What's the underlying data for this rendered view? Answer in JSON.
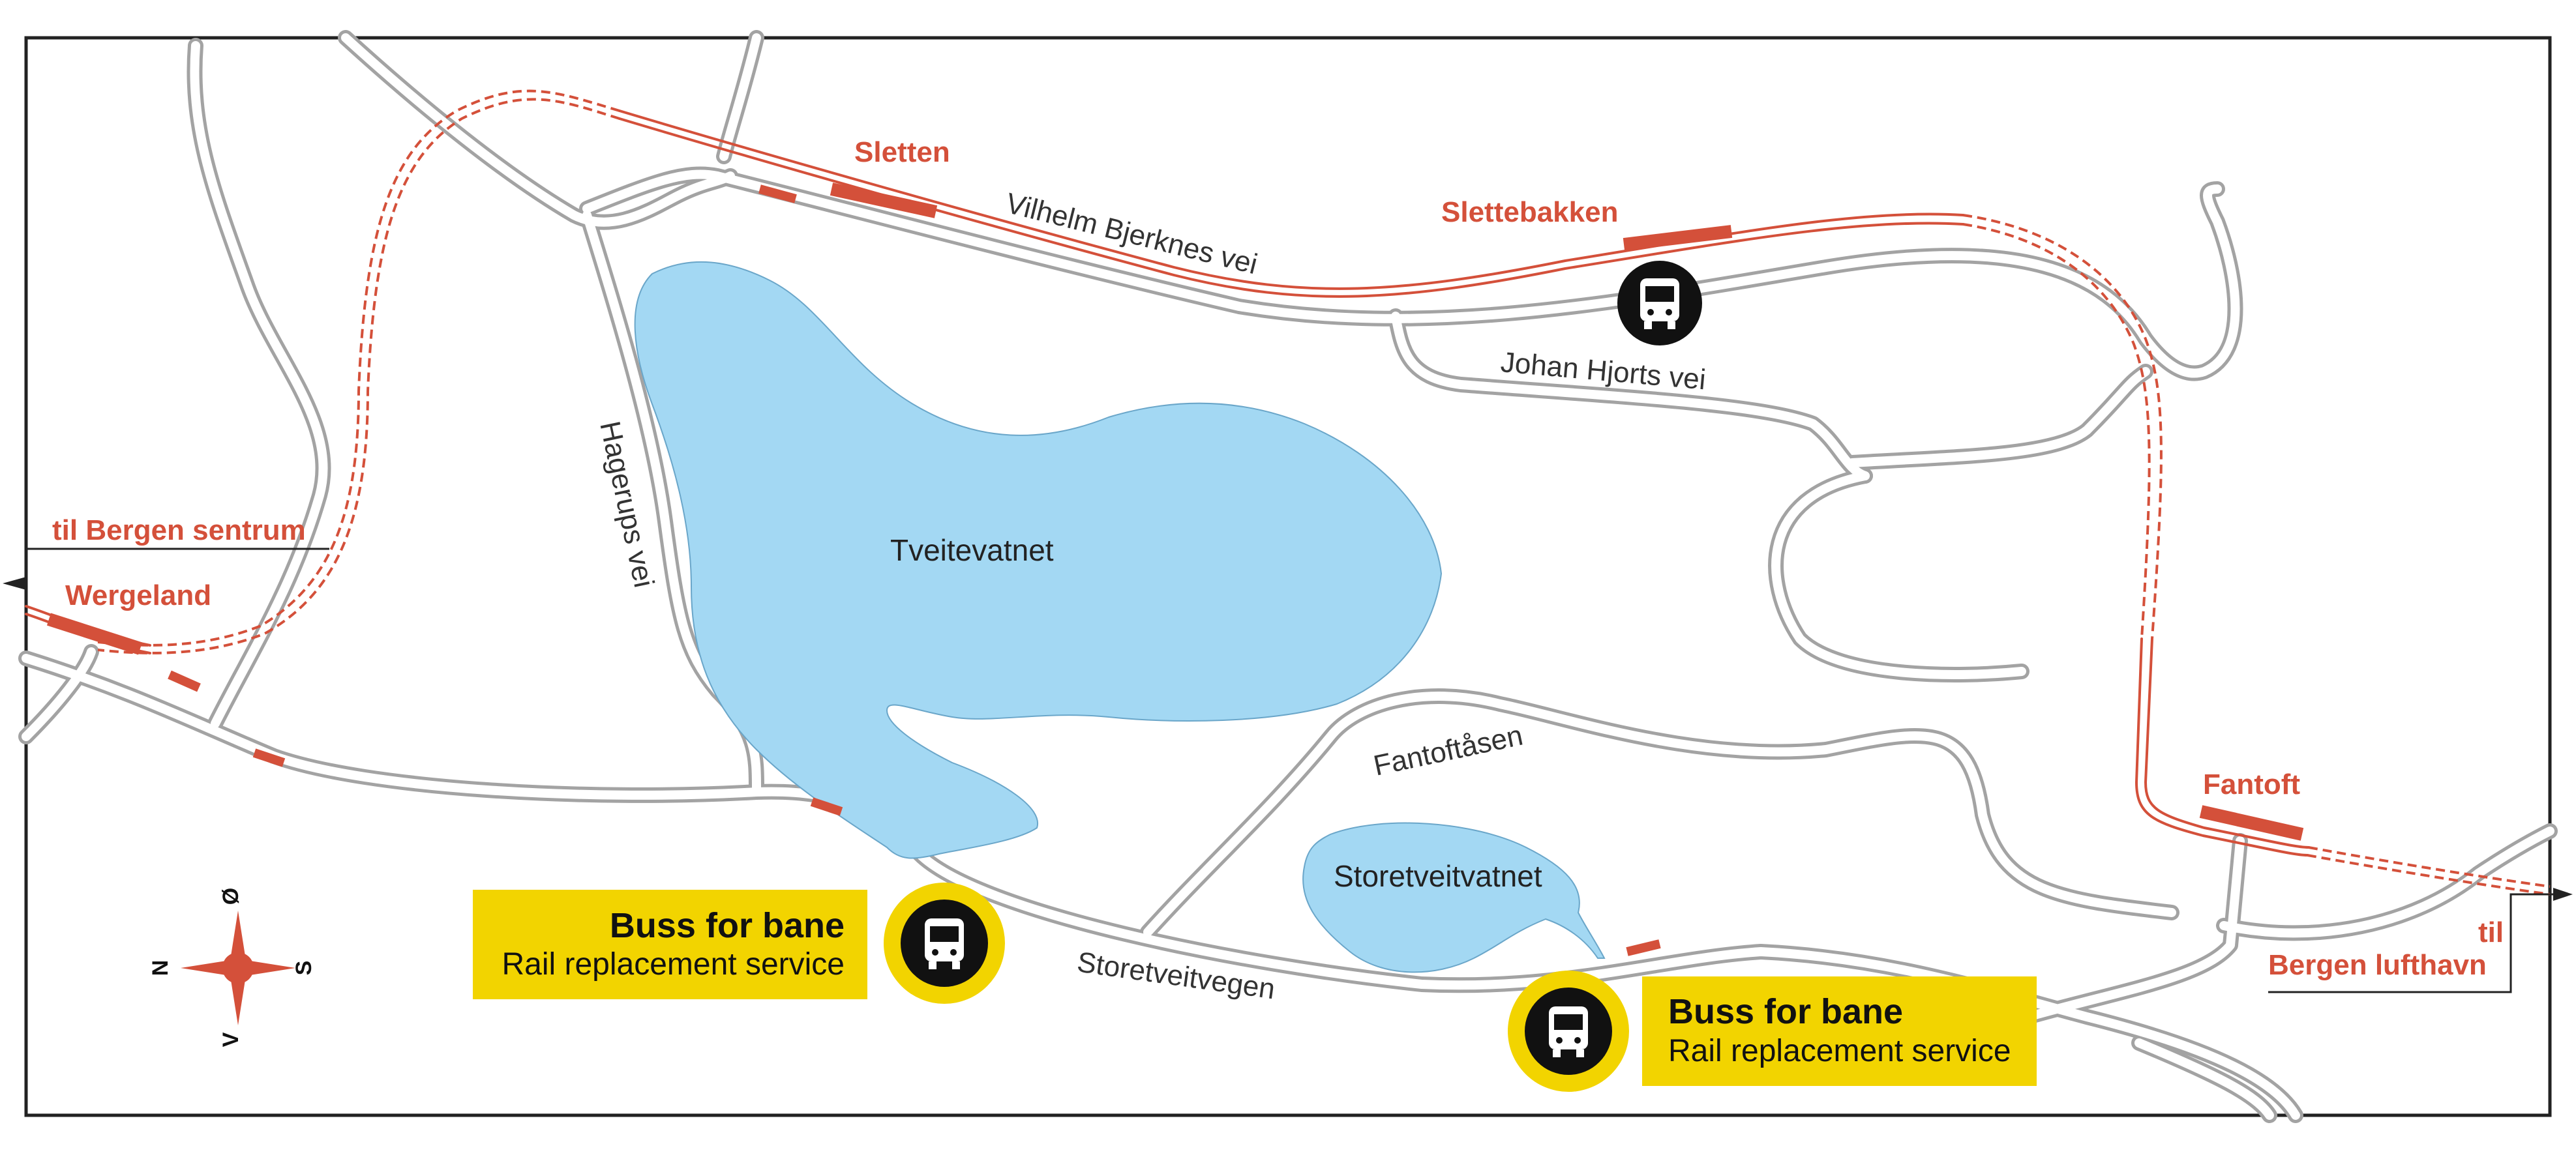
{
  "map": {
    "colors": {
      "rail": "#d4503a",
      "road": "#a3a3a3",
      "lake": "#a3d8f3",
      "bus_callout": "#f2d400",
      "bus_icon_bg": "#111111",
      "frame": "#222222"
    },
    "stations": {
      "sletten": "Sletten",
      "slettebakken": "Slettebakken",
      "wergeland": "Wergeland",
      "fantoft": "Fantoft"
    },
    "directions": {
      "to_city": "til Bergen sentrum",
      "to_airport_line1": "til",
      "to_airport_line2": "Bergen lufthavn"
    },
    "roads": {
      "vilhelm": "Vilhelm Bjerknes vei",
      "johan": "Johan Hjorts vei",
      "hagerups": "Hagerups vei",
      "fantoftasen": "Fantoftåsen",
      "storetveitvegen": "Storetveitvegen"
    },
    "lakes": {
      "tveitevatnet": "Tveitevatnet",
      "storetveitvatnet": "Storetveitvatnet"
    },
    "bus_callouts": [
      {
        "title": "Buss for bane",
        "subtitle": "Rail replacement  service"
      },
      {
        "title": "Buss for bane",
        "subtitle": "Rail replacement  service"
      }
    ],
    "compass": {
      "north": "N",
      "south": "S",
      "east": "Ø",
      "west": "V"
    },
    "icons": [
      "bus-icon",
      "compass-icon",
      "arrow-left-icon",
      "arrow-right-icon"
    ]
  }
}
